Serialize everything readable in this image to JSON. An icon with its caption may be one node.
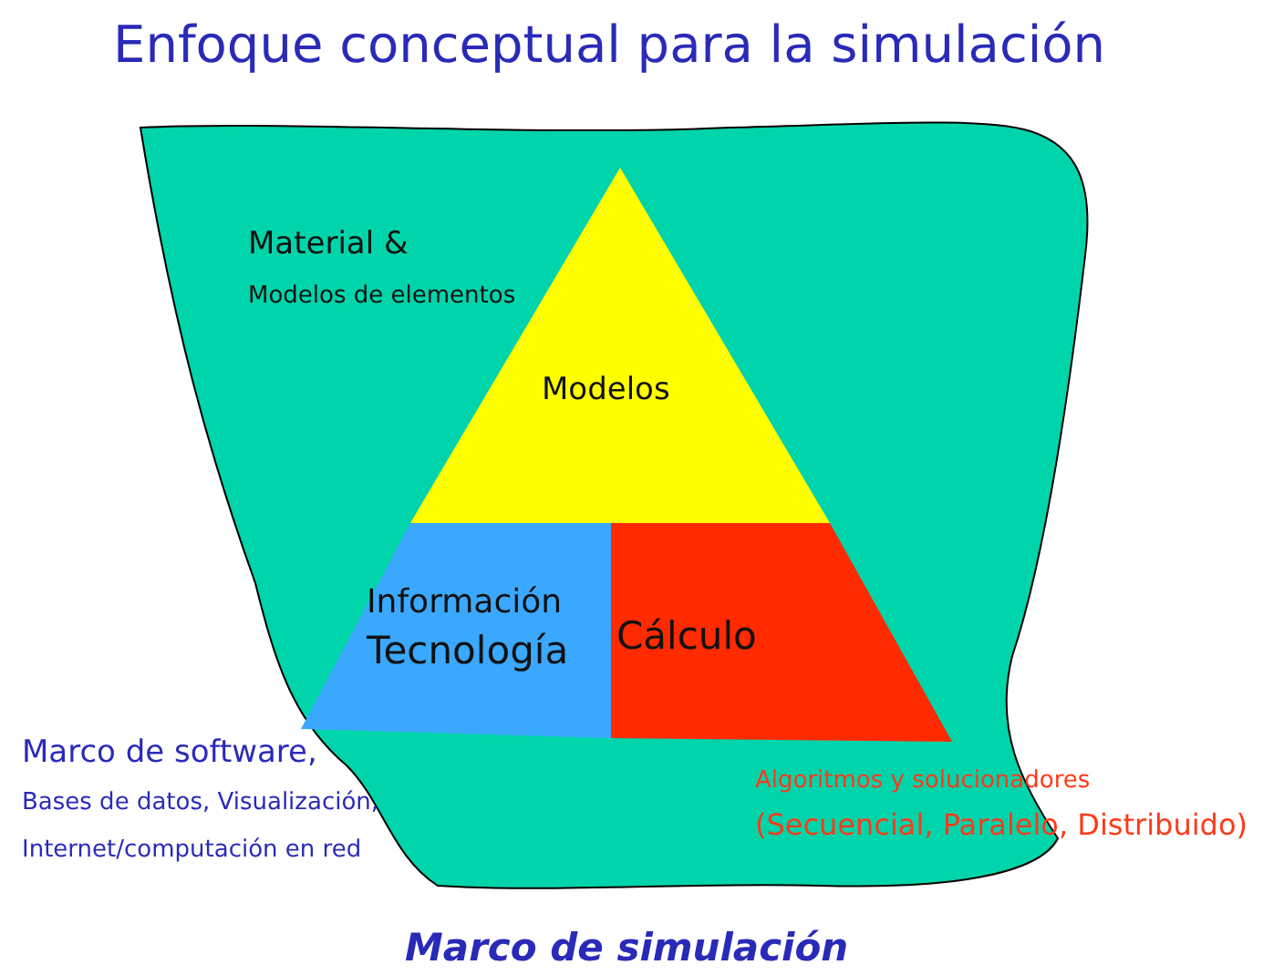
{
  "diagram": {
    "title": "Enfoque conceptual para la simulación",
    "caption": "Marco de simulación",
    "nodes": [
      {
        "text": [],
        "shape": "cloud"
      },
      {
        "text": [
          "Modelos"
        ],
        "in": 0
      },
      {
        "text": [
          "Información",
          "Tecnología"
        ],
        "in": 0
      },
      {
        "text": [
          "Cálculo"
        ],
        "in": 0
      }
    ],
    "labels": [
      "Material &",
      "Modelos de elementos",
      "Marco de software,",
      "Bases de datos, Visualización,",
      "Internet/computación en red",
      "Algoritmos y solucionadores",
      "(Secuencial, Paralelo, Distribuido)"
    ]
  }
}
